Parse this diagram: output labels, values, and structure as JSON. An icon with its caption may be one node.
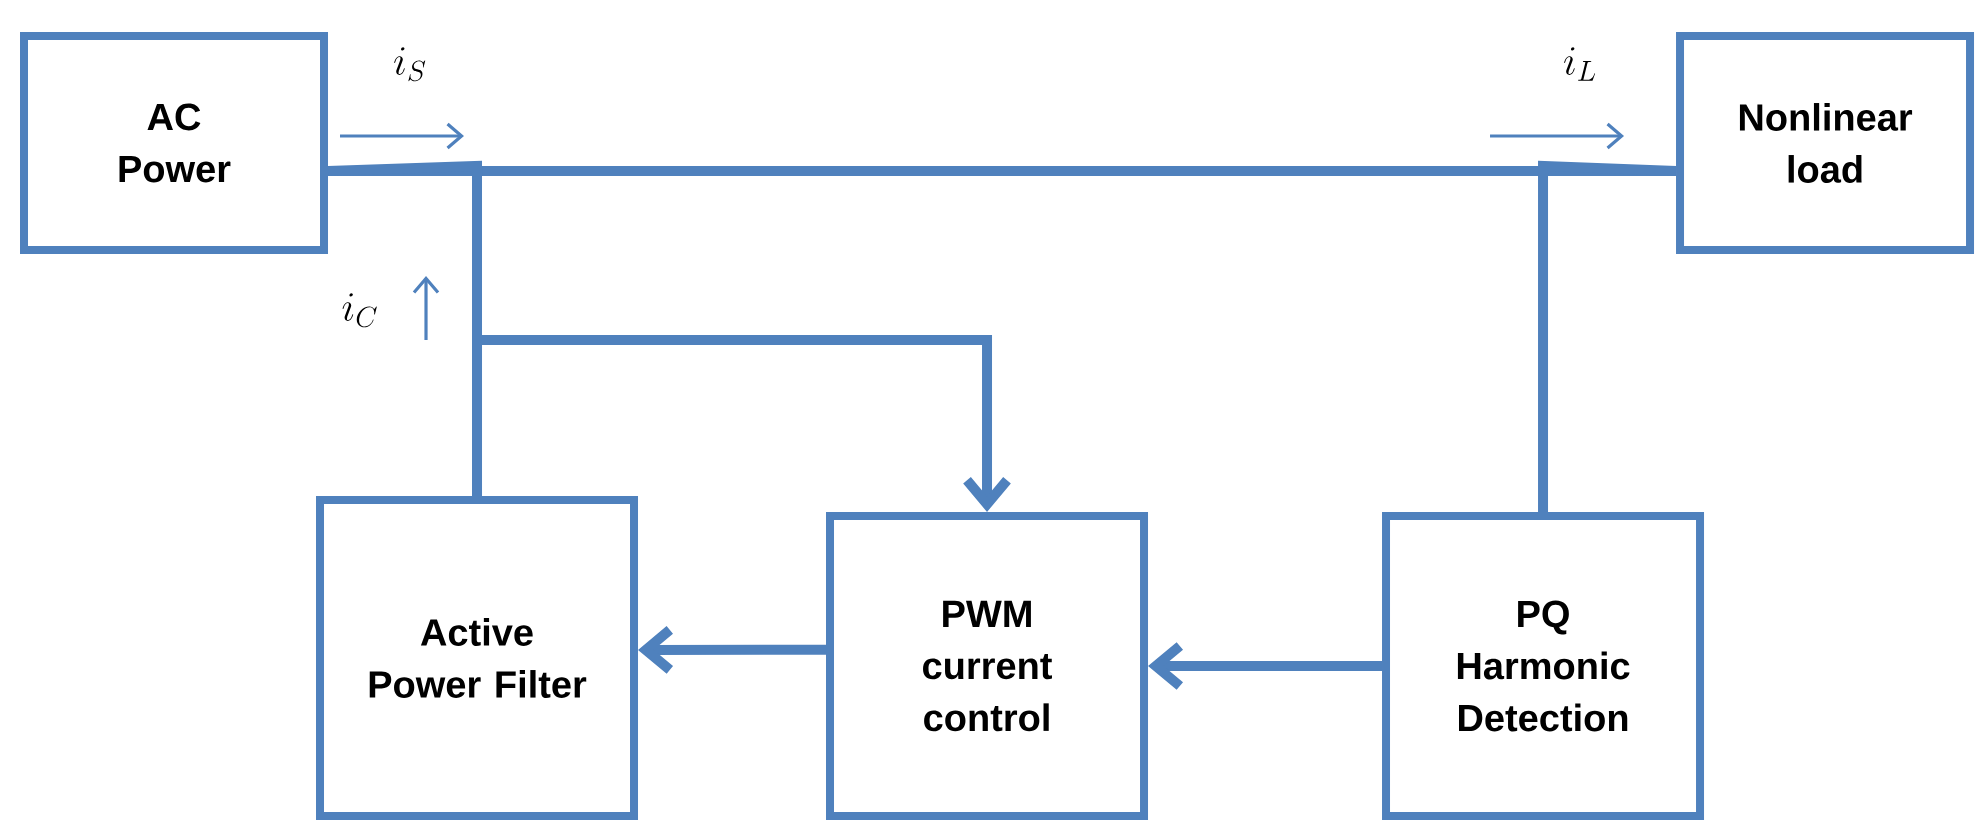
{
  "diagram": {
    "nodes": [
      {
        "text": [
          "AC Power"
        ]
      },
      {
        "text": [
          "Nonlinear load"
        ]
      },
      {
        "text": [
          "Active Power Filter"
        ]
      },
      {
        "text": [
          "PWM current control"
        ]
      },
      {
        "text": [
          "PQ Harmonic Detection"
        ]
      }
    ],
    "edges": [
      {
        "from": 0,
        "to": 1,
        "arrow": "none"
      },
      {
        "from": 2,
        "to": 0,
        "arrow": "none"
      },
      {
        "from": 2,
        "to": 3,
        "arrow": "to"
      },
      {
        "from": 4,
        "to": 1,
        "arrow": "none"
      },
      {
        "from": 4,
        "to": 3,
        "arrow": "to"
      },
      {
        "from": 3,
        "to": 2,
        "arrow": "to"
      }
    ],
    "labels": [
      "i_S",
      "i_L",
      "i_C"
    ]
  }
}
